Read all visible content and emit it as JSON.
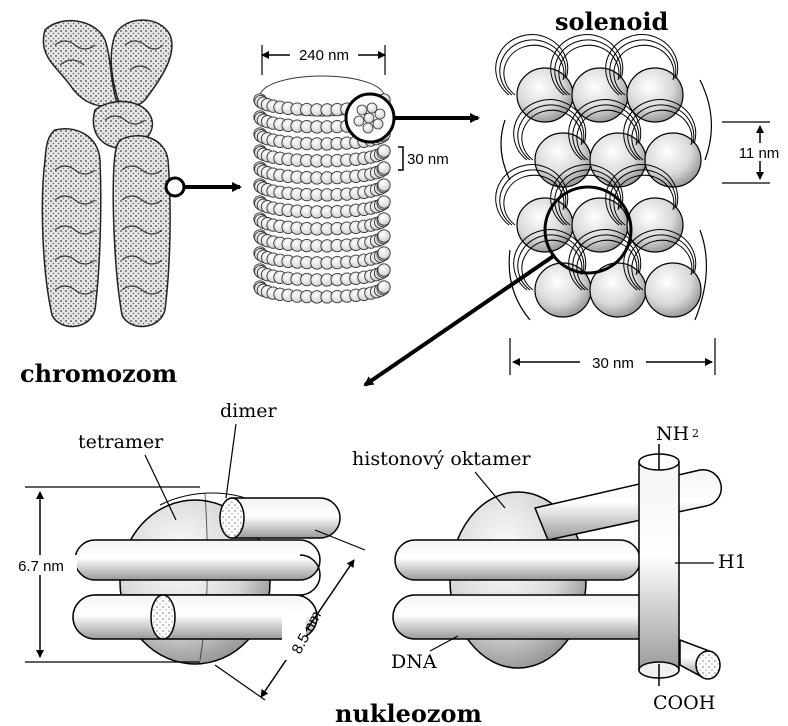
{
  "labels": {
    "chromosome": "chromozom",
    "solenoid": "solenoid",
    "nucleosome": "nukleozom",
    "fiber_width": "240 nm",
    "fiber_pitch": "30 nm",
    "solenoid_unit": "11 nm",
    "solenoid_width": "30 nm",
    "tetramer": "tetramer",
    "dimer": "dimer",
    "height": "6.7 nm",
    "diameter": "8.5 nm",
    "octamer": "histonový oktamer",
    "nh2": "NH",
    "h1": "H1",
    "dna": "DNA",
    "cooh": "COOH"
  }
}
